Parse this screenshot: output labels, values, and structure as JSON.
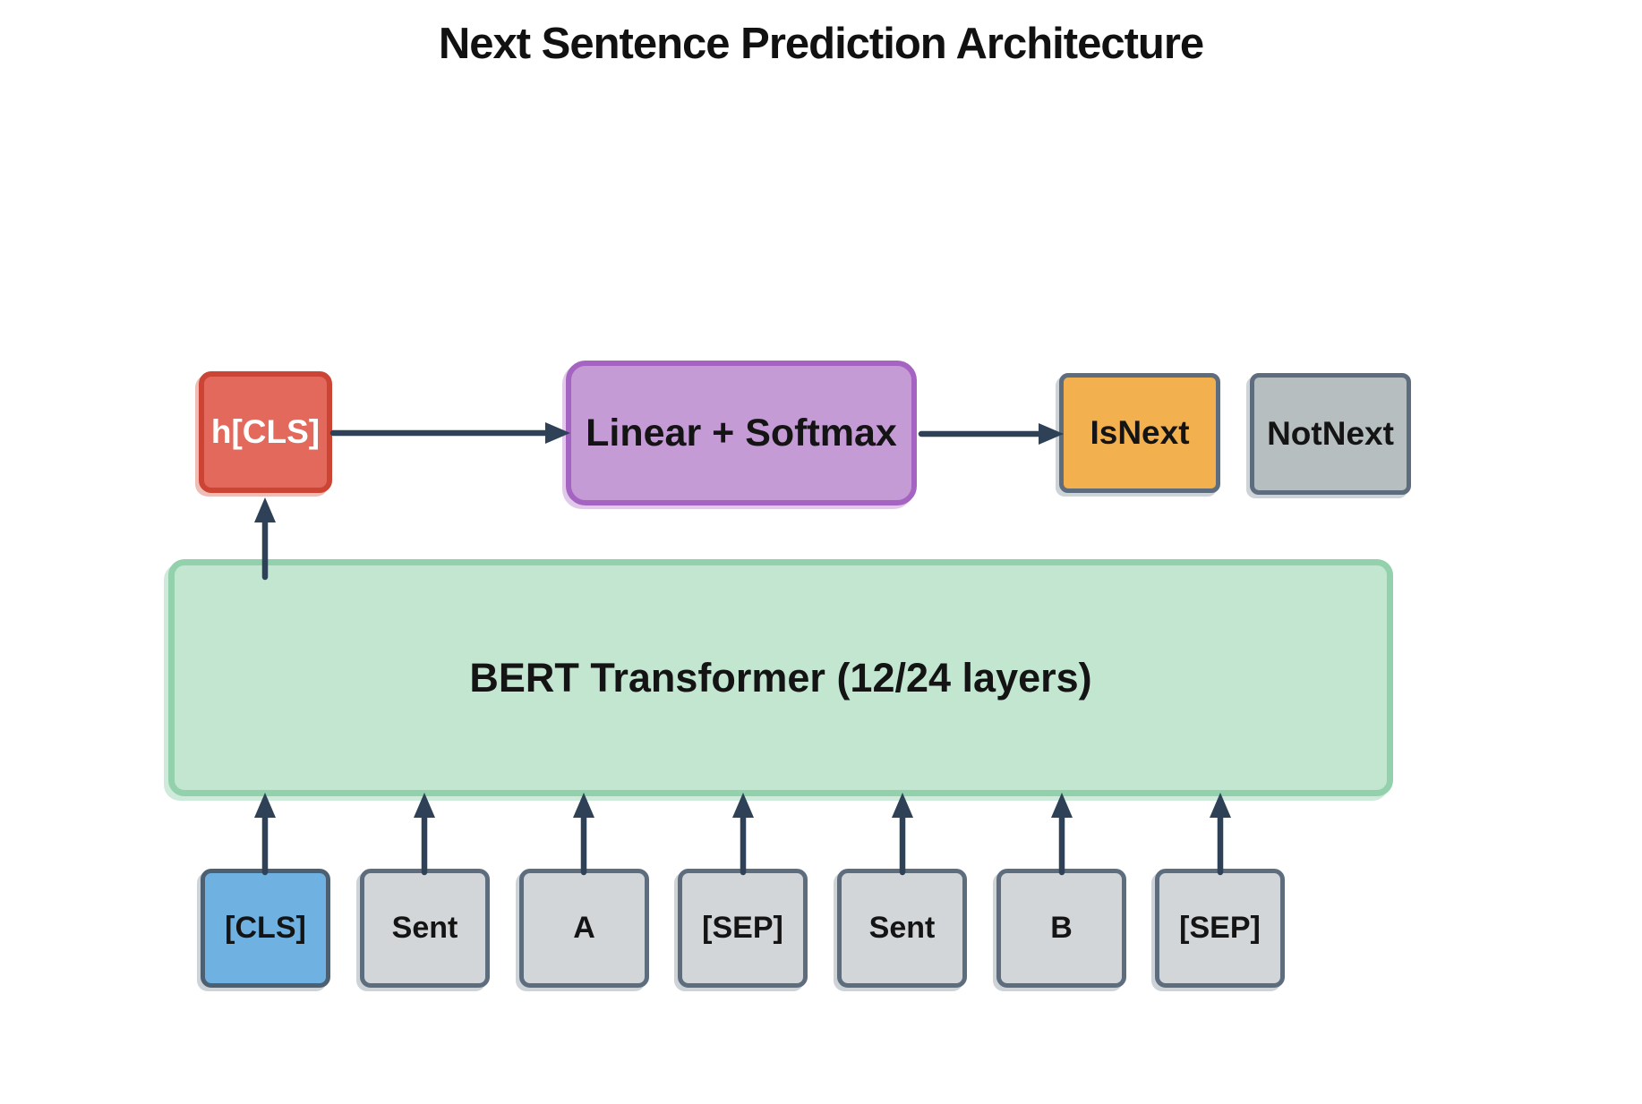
{
  "title": "Next Sentence Prediction Architecture",
  "pipeline": {
    "hidden_state": "h[CLS]",
    "classifier": "Linear + Softmax",
    "output_positive": "IsNext",
    "output_negative": "NotNext",
    "encoder": "BERT Transformer (12/24 layers)"
  },
  "tokens": [
    {
      "label": "[CLS]"
    },
    {
      "label": "Sent"
    },
    {
      "label": "A"
    },
    {
      "label": "[SEP]"
    },
    {
      "label": "Sent"
    },
    {
      "label": "B"
    },
    {
      "label": "[SEP]"
    }
  ],
  "colors": {
    "background": "#ffffff",
    "title_color": "#111111",
    "arrow_color": "#2e4157",
    "hcls_fill": "#e2695b",
    "hcls_border": "#cb4434",
    "hcls_text": "#ffffff",
    "linear_fill": "#c49bd5",
    "linear_border": "#a564c1",
    "isnext_fill": "#f3b04f",
    "notnext_fill": "#b6bebf",
    "bert_fill": "#c2e6d0",
    "bert_border": "#93d1ad",
    "token_fill": "#d2d6d8",
    "token_cls_fill": "#6fb2e2",
    "token_cls_border": "#4d6071",
    "outline_slate": "#5d6d7e"
  }
}
